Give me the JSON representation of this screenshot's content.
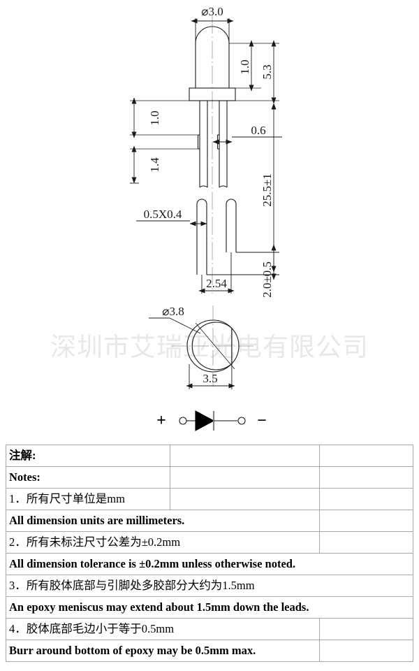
{
  "watermark": {
    "text": "深圳市艾瑞亚光电有限公司",
    "color": "#e8e8e8"
  },
  "drawing": {
    "title": "LED 3mm package outline",
    "line_color": "#1a1a1a",
    "dimensions": {
      "dome_diameter": "⌀3.0",
      "dome_height": "1.0",
      "body_height": "5.3",
      "lead_stop_top": "1.0",
      "lead_stop_bottom": "1.4",
      "lead_stop_width": "0.6",
      "total_length": "25.5±1",
      "lead_cross_section": "0.5X0.4",
      "lead_pitch": "2.54",
      "lead_offset": "2.0±0.5",
      "flange_diameter": "⌀3.8",
      "flange_flat": "3.5"
    },
    "polarity": {
      "anode_symbol": "+",
      "cathode_symbol": "−"
    }
  },
  "notes_table": {
    "rows": [
      {
        "cells": [
          {
            "text": "注解:",
            "style": "hdr cn",
            "span": 1
          },
          {
            "text": "",
            "style": "",
            "span": 1
          },
          {
            "text": "",
            "style": "",
            "span": 1
          }
        ]
      },
      {
        "cells": [
          {
            "text": "Notes:",
            "style": "en",
            "span": 1
          },
          {
            "text": "",
            "style": "",
            "span": 1
          },
          {
            "text": "",
            "style": "",
            "span": 1
          }
        ]
      },
      {
        "cells": [
          {
            "text": "1．所有尺寸单位是mm",
            "style": "cn",
            "span": 1
          },
          {
            "text": "",
            "style": "",
            "span": 1
          },
          {
            "text": "",
            "style": "",
            "span": 1
          }
        ]
      },
      {
        "cells": [
          {
            "text": "All dimension units are millimeters.",
            "style": "en",
            "span": 2
          },
          {
            "text": "",
            "style": "",
            "span": 1
          }
        ]
      },
      {
        "cells": [
          {
            "text": "2．所有未标注尺寸公差为±0.2mm",
            "style": "cn",
            "span": 2
          },
          {
            "text": "",
            "style": "",
            "span": 1
          }
        ]
      },
      {
        "cells": [
          {
            "text": "All dimension tolerance is ±0.2mm unless otherwise noted.",
            "style": "en",
            "span": 3
          }
        ]
      },
      {
        "cells": [
          {
            "text": "3．所有胶体底部与引脚处多胶部分大约为1.5mm",
            "style": "cn",
            "span": 3
          }
        ]
      },
      {
        "cells": [
          {
            "text": "An epoxy meniscus may extend about 1.5mm down the leads.",
            "style": "en",
            "span": 3
          }
        ]
      },
      {
        "cells": [
          {
            "text": "4．胶体底部毛边小于等于0.5mm",
            "style": "cn",
            "span": 2
          },
          {
            "text": "",
            "style": "",
            "span": 1
          }
        ]
      },
      {
        "cells": [
          {
            "text": "Burr around bottom of epoxy may be 0.5mm max.",
            "style": "en",
            "span": 2
          },
          {
            "text": "",
            "style": "",
            "span": 1
          }
        ]
      }
    ]
  }
}
